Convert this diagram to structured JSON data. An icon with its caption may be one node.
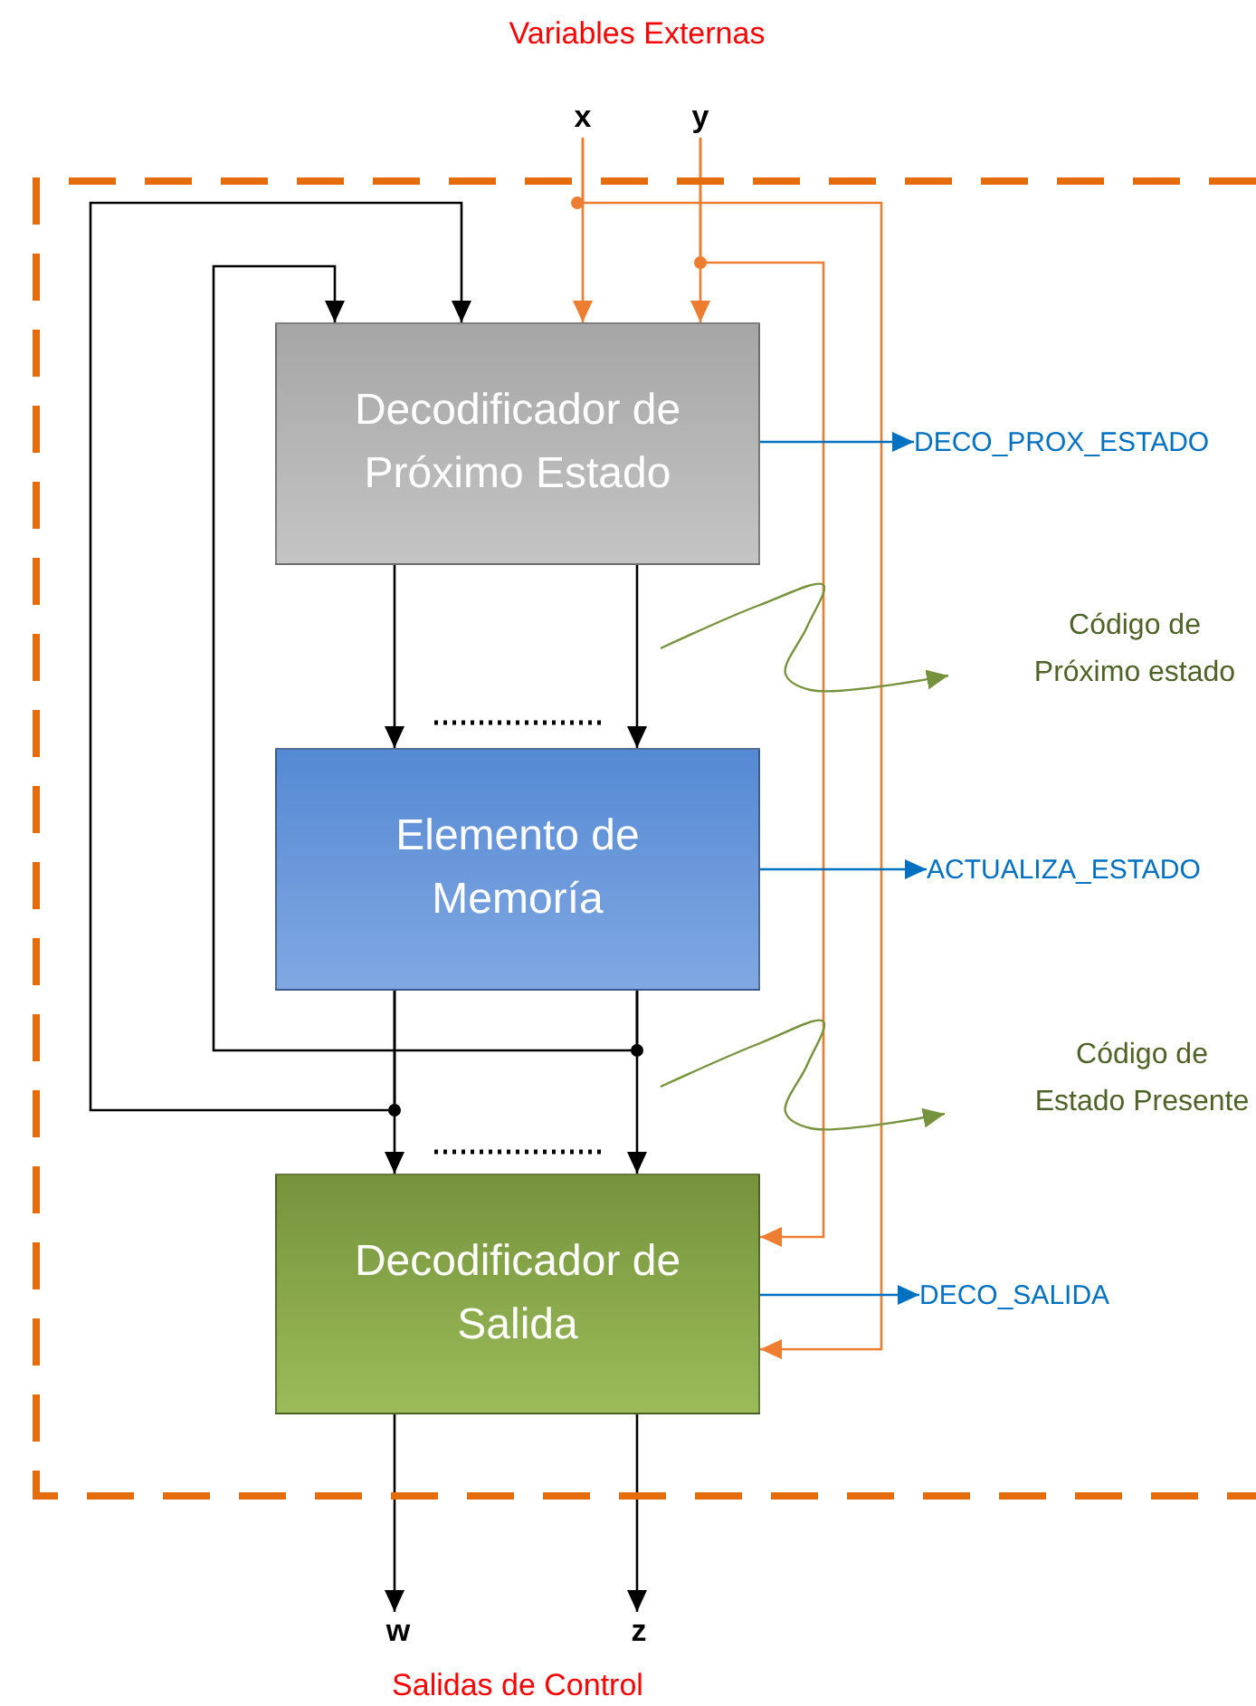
{
  "diagram": {
    "nodes": [
      {
        "text": [],
        "shape": "box"
      },
      {
        "text": [
          "Decodificador de Próximo Estado"
        ],
        "in": 0
      },
      {
        "text": [
          "Elemento de Memoría"
        ],
        "in": 0
      },
      {
        "text": [
          "Decodificador de Salida"
        ],
        "in": 0
      },
      {
        "text": [
          "x"
        ]
      },
      {
        "text": [
          "y"
        ]
      },
      {
        "text": [
          "DECO_PROX_ESTADO"
        ],
        "in": 0
      },
      {
        "text": [
          "ACTUALIZA_ESTADO"
        ],
        "in": 0
      },
      {
        "text": [
          "DECO_SALIDA"
        ],
        "in": 0
      },
      {
        "text": [
          "w"
        ]
      },
      {
        "text": [
          "z"
        ]
      },
      {
        "text": [
          "Código de Próximo estado"
        ],
        "in": 0
      },
      {
        "text": [
          "Código de Estado Presente"
        ],
        "in": 0
      }
    ],
    "edges": [
      {
        "from": 4,
        "to": 1,
        "arrow": "to",
        "color": "#ed7d31"
      },
      {
        "from": 5,
        "to": 1,
        "arrow": "to",
        "color": "#ed7d31"
      },
      {
        "from": 4,
        "to": 3,
        "arrow": "to",
        "color": "#ed7d31"
      },
      {
        "from": 5,
        "to": 3,
        "arrow": "to",
        "color": "#ed7d31"
      },
      {
        "from": 1,
        "to": 2,
        "arrow": "to"
      },
      {
        "from": 1,
        "to": 2,
        "arrow": "to"
      },
      {
        "from": 2,
        "to": 3,
        "arrow": "to"
      },
      {
        "from": 2,
        "to": 3,
        "arrow": "to"
      },
      {
        "from": 2,
        "to": 1,
        "arrow": "to"
      },
      {
        "from": 2,
        "to": 1,
        "arrow": "to"
      },
      {
        "from": 1,
        "to": 6,
        "arrow": "to",
        "color": "#0070c0"
      },
      {
        "from": 2,
        "to": 7,
        "arrow": "to",
        "color": "#0070c0"
      },
      {
        "from": 3,
        "to": 8,
        "arrow": "to",
        "color": "#0070c0"
      },
      {
        "from": 3,
        "to": 9,
        "arrow": "to"
      },
      {
        "from": 3,
        "to": 10,
        "arrow": "to"
      },
      {
        "from": null,
        "to": 11,
        "arrow": "to",
        "color": "#76923c"
      },
      {
        "from": null,
        "to": 12,
        "arrow": "to",
        "color": "#76923c"
      }
    ],
    "labels": [
      "Variables Externas",
      "Salidas de Control"
    ]
  }
}
